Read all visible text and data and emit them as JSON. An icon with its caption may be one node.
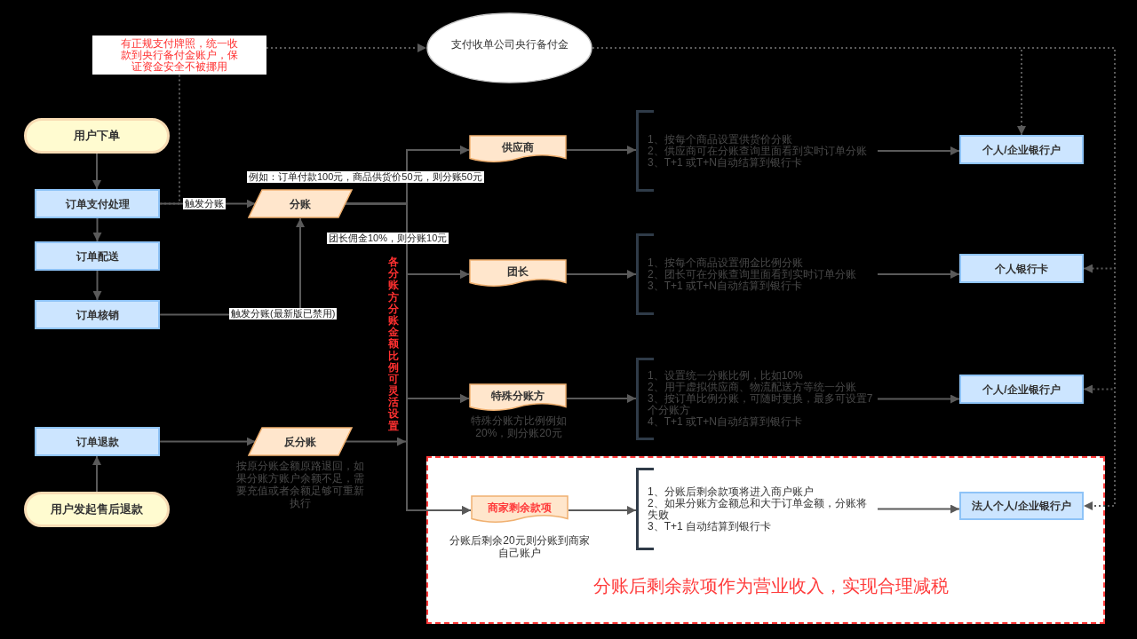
{
  "diagram": {
    "nodes": [
      {
        "text": [
          "有正规支付牌照，统一收款到央行备付金账户，保证资金安全不被挪用"
        ]
      },
      {
        "text": [
          "支付收单公司央行备付金"
        ]
      },
      {
        "text": [
          "用户下单"
        ]
      },
      {
        "text": [
          "订单支付处理"
        ]
      },
      {
        "text": [
          "分账"
        ]
      },
      {
        "text": [
          "订单配送"
        ]
      },
      {
        "text": [
          "订单核销"
        ]
      },
      {
        "text": [
          "订单退款"
        ]
      },
      {
        "text": [
          "反分账"
        ],
        "beside": [
          "按原分账金额原路退回，如果分账方账户余额不足，需要充值或者余额足够可重新执行"
        ]
      },
      {
        "text": [
          "用户发起售后退款"
        ]
      },
      {
        "text": [
          "供应商"
        ]
      },
      {
        "text": [
          "1、按每个商品设置供货价分账",
          "2、供应商可在分账查询里面看到实时订单分账",
          "3、T+1 或T+N自动结算到银行卡"
        ]
      },
      {
        "text": [
          "个人/企业银行户"
        ]
      },
      {
        "text": [
          "团长"
        ]
      },
      {
        "text": [
          "1、按每个商品设置佣金比例分账",
          "2、团长可在分账查询里面看到实时订单分账",
          "3、T+1 或T+N自动结算到银行卡"
        ]
      },
      {
        "text": [
          "个人银行卡"
        ]
      },
      {
        "text": [
          "特殊分账方"
        ],
        "beside": [
          "特殊分账方比例例如20%，则分账20元"
        ]
      },
      {
        "text": [
          "1、设置统一分账比例，比如10%",
          "2、用于虚拟供应商、物流配送方等统一分账",
          "3、按订单比例分账，可随时更换，最多可设置7个分账方",
          "4、T+1 或T+N自动结算到银行卡"
        ]
      },
      {
        "text": [
          "个人/企业银行户"
        ]
      },
      {
        "text": [
          "分账后剩余款项作为营业收入，实现合理减税"
        ]
      },
      {
        "text": [
          "商家剩余款项"
        ],
        "in": 19,
        "beside": [
          "分账后剩余20元则分账到商家自己账户"
        ]
      },
      {
        "text": [
          "1、分账后剩余款项将进入商户账户",
          "2、如果分账方金额总和大于订单金额，分账将失败",
          "3、T+1 自动结算到银行卡"
        ],
        "in": 19
      },
      {
        "text": [
          "法人个人/企业银行户"
        ],
        "in": 19
      }
    ],
    "edges": [
      {
        "from": 2,
        "to": 3,
        "arrow": "to"
      },
      {
        "from": 3,
        "to": 4,
        "arrow": "to",
        "label": "触发分账"
      },
      {
        "from": 3,
        "to": 0,
        "arrow": "none",
        "style": "dashed"
      },
      {
        "from": 0,
        "to": 1,
        "arrow": "to",
        "style": "dashed"
      },
      {
        "from": 3,
        "to": 5,
        "arrow": "to"
      },
      {
        "from": 5,
        "to": 6,
        "arrow": "to"
      },
      {
        "from": 6,
        "to": 4,
        "arrow": "to",
        "label": "触发分账(最新版已禁用)"
      },
      {
        "from": 4,
        "to": 10,
        "arrow": "to",
        "label": "例如：订单付款100元，商品供货价50元，则分账50元"
      },
      {
        "from": 4,
        "to": 13,
        "arrow": "to",
        "label": "团长佣金10%，则分账10元"
      },
      {
        "from": 4,
        "to": 16,
        "arrow": "to"
      },
      {
        "from": 4,
        "to": 20,
        "arrow": "to"
      },
      {
        "from": 9,
        "to": 7,
        "arrow": "to"
      },
      {
        "from": 7,
        "to": 8,
        "arrow": "to"
      },
      {
        "from": 8,
        "to": 10,
        "arrow": "to"
      },
      {
        "from": 8,
        "to": 13,
        "arrow": "to"
      },
      {
        "from": 8,
        "to": 16,
        "arrow": "to"
      },
      {
        "from": 8,
        "to": 20,
        "arrow": "to"
      },
      {
        "from": 10,
        "to": 11,
        "arrow": "to"
      },
      {
        "from": 11,
        "to": 12,
        "arrow": "to"
      },
      {
        "from": 13,
        "to": 14,
        "arrow": "to"
      },
      {
        "from": 14,
        "to": 15,
        "arrow": "to"
      },
      {
        "from": 16,
        "to": 17,
        "arrow": "to"
      },
      {
        "from": 17,
        "to": 18,
        "arrow": "to"
      },
      {
        "from": 20,
        "to": 21,
        "arrow": "to"
      },
      {
        "from": 21,
        "to": 22,
        "arrow": "to"
      },
      {
        "from": 1,
        "to": 12,
        "arrow": "to",
        "style": "dashed"
      },
      {
        "from": 1,
        "to": 15,
        "arrow": "to",
        "style": "dashed"
      },
      {
        "from": 1,
        "to": 18,
        "arrow": "to",
        "style": "dashed"
      },
      {
        "from": 1,
        "to": 22,
        "arrow": "to",
        "style": "dashed"
      }
    ],
    "labels": [
      "各分账方分账金额比例可灵活设置"
    ]
  }
}
